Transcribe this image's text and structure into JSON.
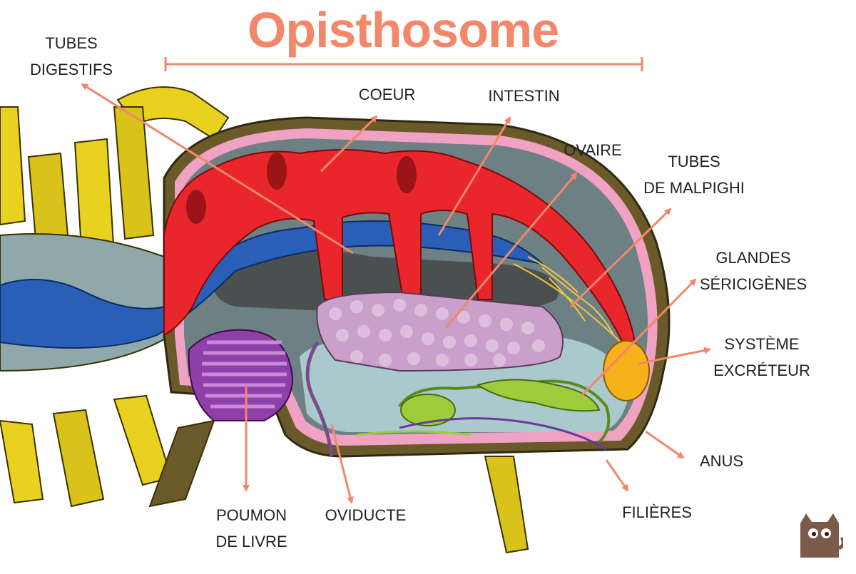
{
  "title": "Opisthosome",
  "labels": {
    "tubes_digestifs": "TUBES\nDIGESTIFS",
    "coeur": "COEUR",
    "intestin": "INTESTIN",
    "ovaire": "OVAIRE",
    "tubes_malpighi": "TUBES\nDE MALPIGHI",
    "glandes": "GLANDES\nSÉRICIGÈNES",
    "systeme": "SYSTÈME\nEXCRÉTEUR",
    "anus": "ANUS",
    "filieres": "FILIÈRES",
    "poumon": "POUMON\nDE LIVRE",
    "oviducte": "OVIDUCTE"
  },
  "colors": {
    "accent": "#f2876a",
    "text": "#222222",
    "heart": "#e8262b",
    "intestine": "#2a5fb8",
    "ovary": "#c9a0c9",
    "lung": "#8e3fa8",
    "malpighi": "#f2c640",
    "silk_gland": "#9ccc3c",
    "legs": "#e8d21f",
    "body_outline": "#f0a2c2",
    "cavity": "#6d8185",
    "logo": "#7a5a48"
  }
}
